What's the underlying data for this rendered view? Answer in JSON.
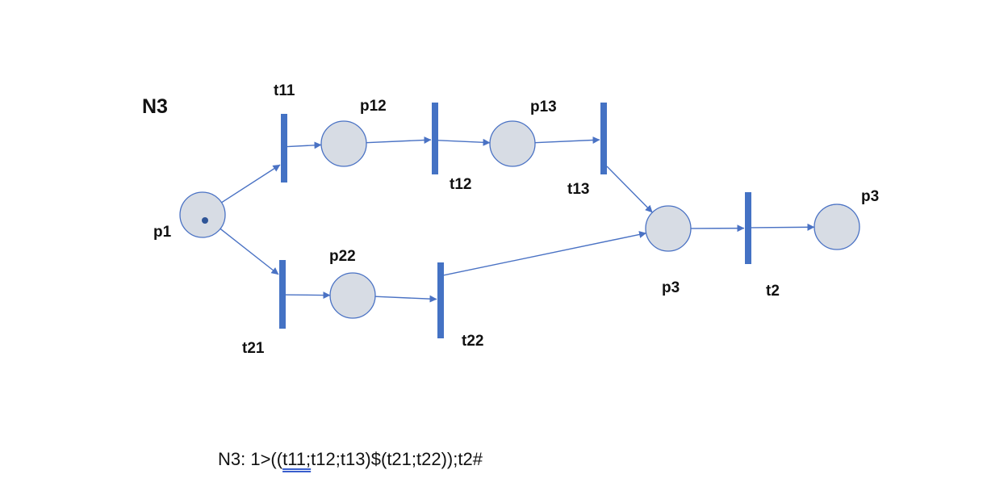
{
  "net_name": "N3",
  "colors": {
    "place_fill": "#d7dce4",
    "place_stroke": "#4a72c4",
    "transition": "#4472c4",
    "arc": "#4a72c4",
    "token": "#2f5597"
  },
  "places": [
    {
      "id": "p1",
      "label": "p1",
      "tokens": 1
    },
    {
      "id": "p12",
      "label": "p12",
      "tokens": 0
    },
    {
      "id": "p13",
      "label": "p13",
      "tokens": 0
    },
    {
      "id": "p22",
      "label": "p22",
      "tokens": 0
    },
    {
      "id": "p3a",
      "label": "p3",
      "tokens": 0
    },
    {
      "id": "p3b",
      "label": "p3",
      "tokens": 0
    }
  ],
  "transitions": [
    {
      "id": "t11",
      "label": "t11"
    },
    {
      "id": "t12",
      "label": "t12"
    },
    {
      "id": "t13",
      "label": "t13"
    },
    {
      "id": "t21",
      "label": "t21"
    },
    {
      "id": "t22",
      "label": "t22"
    },
    {
      "id": "t2",
      "label": "t2"
    }
  ],
  "arcs": [
    {
      "from": "p1",
      "to": "t11"
    },
    {
      "from": "t11",
      "to": "p12"
    },
    {
      "from": "p12",
      "to": "t12"
    },
    {
      "from": "t12",
      "to": "p13"
    },
    {
      "from": "p13",
      "to": "t13"
    },
    {
      "from": "t13",
      "to": "p3a"
    },
    {
      "from": "p1",
      "to": "t21"
    },
    {
      "from": "t21",
      "to": "p22"
    },
    {
      "from": "p22",
      "to": "t22"
    },
    {
      "from": "t22",
      "to": "p3a"
    },
    {
      "from": "p3a",
      "to": "t2"
    },
    {
      "from": "t2",
      "to": "p3b"
    }
  ],
  "formula": {
    "prefix": "N3: 1>((",
    "underlined": "t11;",
    "suffix": "t12;t13)$(t21;t22));t2#"
  }
}
